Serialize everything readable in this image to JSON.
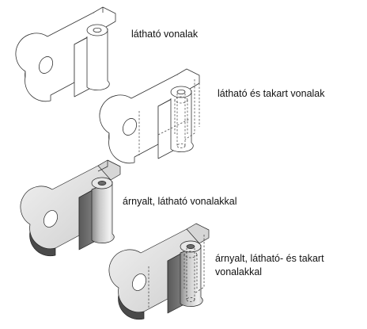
{
  "captions": {
    "visible": "látható vonalak",
    "visible_hidden": "látható és takart vonalak",
    "shaded_visible": "árnyalt, látható vonalakkal",
    "shaded_visible_hidden_line1": "árnyalt, látható- és takart",
    "shaded_visible_hidden_line2": "vonalakkal"
  },
  "colors": {
    "line": "#333333",
    "hidden_line": "#555555",
    "shade_light": "#e6e6e6",
    "shade_mid": "#b4b4b4",
    "shade_dark": "#6e6e6e"
  }
}
